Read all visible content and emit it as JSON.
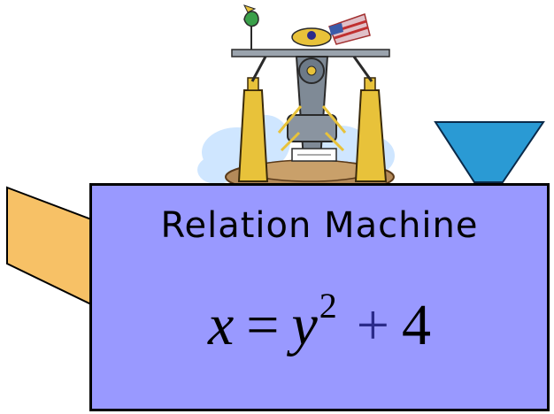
{
  "machine": {
    "title": "Relation Machine",
    "equation": {
      "lhs": "x",
      "equals": "=",
      "var": "y",
      "exponent": "2",
      "plus": "+",
      "constant": "4"
    }
  },
  "colors": {
    "box_fill": "#9999ff",
    "input_chute": "#f7c166",
    "output_funnel": "#2a9ad4",
    "machine_gold": "#e8c23a"
  },
  "icons": [
    "input-chute-icon",
    "output-funnel-icon",
    "machine-clipart-icon"
  ]
}
